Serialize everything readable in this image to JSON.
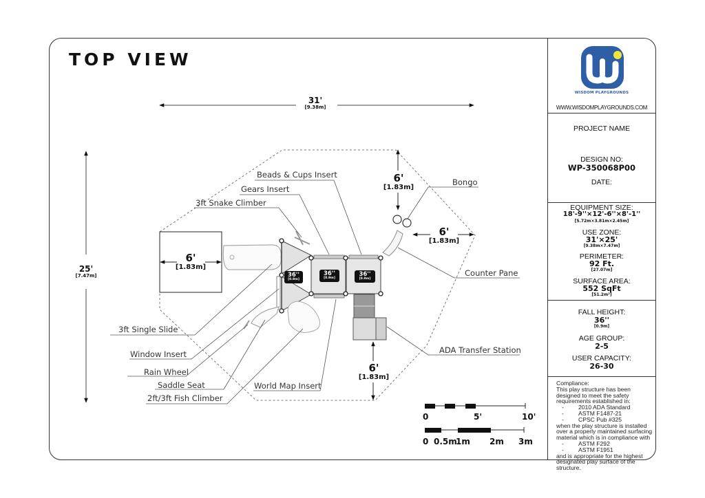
{
  "title": "TOP VIEW",
  "brand": {
    "logo_icon": "wisdom-playgrounds-logo-icon",
    "name": "WISDOM PLAYGROUNDS",
    "url": "WWW.WISDOMPLAYGROUNDS.COM",
    "colors": {
      "primary": "#2e5ea5",
      "accent": "#f3e63a"
    }
  },
  "dimensions": {
    "overall_width": {
      "ft": "31'",
      "m": "[9.38m]"
    },
    "overall_depth": {
      "ft": "25'",
      "m": "[7.47m]"
    },
    "clearance_left": {
      "ft": "6'",
      "m": "[1.83m]"
    },
    "clearance_top": {
      "ft": "6'",
      "m": "[1.83m]"
    },
    "clearance_right": {
      "ft": "6'",
      "m": "[1.83m]"
    },
    "clearance_bottom": {
      "ft": "6'",
      "m": "[1.83m]"
    }
  },
  "decks": [
    {
      "height": "36''",
      "m": "[0.9m]"
    },
    {
      "height": "36''",
      "m": "[0.9m]"
    },
    {
      "height": "36''",
      "m": "[0.9m]"
    }
  ],
  "callouts": [
    "Beads & Cups Insert",
    "Gears Insert",
    "3ft Snake Climber",
    "Bongo",
    "Counter Pane",
    "ADA Transfer Station",
    "3ft Single Slide",
    "Window Insert",
    "Rain Wheel",
    "Saddle Seat",
    "2ft/3ft Fish Climber",
    "World Map Insert"
  ],
  "title_block": {
    "project_name_label": "PROJECT NAME",
    "design_no_label": "DESIGN NO:",
    "design_no": "WP-350068P00",
    "date_label": "DATE:",
    "equipment_size_label": "EQUIPMENT SIZE:",
    "equipment_size": "18'-9''×12'-6''×8'-1''",
    "equipment_size_m": "[5.72m×3.81m×2.45m]",
    "use_zone_label": "USE ZONE:",
    "use_zone": "31'×25'",
    "use_zone_m": "[9.38m×7.47m]",
    "perimeter_label": "PERIMETER:",
    "perimeter": "92 Ft.",
    "perimeter_m": "[27.07m]",
    "surface_area_label": "SURFACE AREA:",
    "surface_area": "552 SqFt",
    "surface_area_m": "[51.2m²]",
    "fall_height_label": "FALL HEIGHT:",
    "fall_height": "36''",
    "fall_height_m": "[0.9m]",
    "age_group_label": "AGE GROUP:",
    "age_group": "2-5",
    "user_capacity_label": "USER CAPACITY:",
    "user_capacity": "26-30"
  },
  "compliance": {
    "heading": "Compliance:",
    "intro": "This play structure has been designed to meet the safety requirements established in:",
    "standards": [
      "2010 ADA Standard",
      "ASTM F1487-21",
      "CPSC Pub #325"
    ],
    "middle": "when the play structure is installed over a properly maintained surfacing material which is in compliance with",
    "surfacing_standards": [
      "ASTM F292",
      "ASTM F1951"
    ],
    "closing": "and is appropriate for the highest designated play surface of the structure."
  },
  "scale_bars": {
    "imperial": [
      "0",
      "5'",
      "10'"
    ],
    "metric": [
      "0",
      "0.5m",
      "1m",
      "2m",
      "3m"
    ]
  }
}
